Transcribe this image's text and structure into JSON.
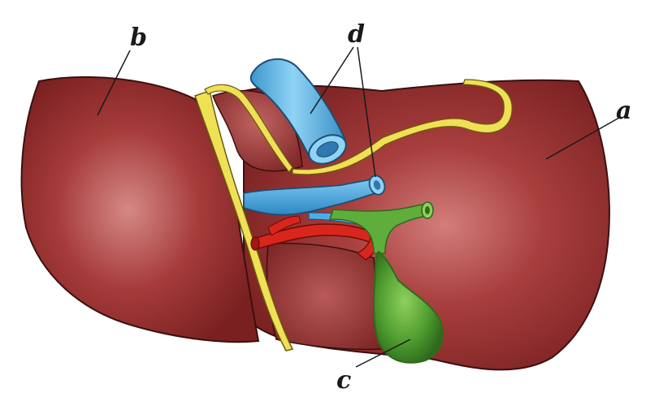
{
  "labels": {
    "a": "a",
    "b": "b",
    "c": "c",
    "d": "d"
  },
  "colors": {
    "background": "#ffffff",
    "liver": "#8e2a2a",
    "liver_highlight": "#d98a86",
    "liver_outline": "#3a1010",
    "ligament": "#f0e055",
    "vena_cava": "#5bb7e6",
    "vena_cava_outline": "#1d4e72",
    "portal_vein": "#4aaee6",
    "hepatic_artery": "#d9261c",
    "gallbladder": "#5fae3c",
    "gallbladder_dark": "#2f6a1c",
    "leader_line": "#1a1a1a"
  }
}
